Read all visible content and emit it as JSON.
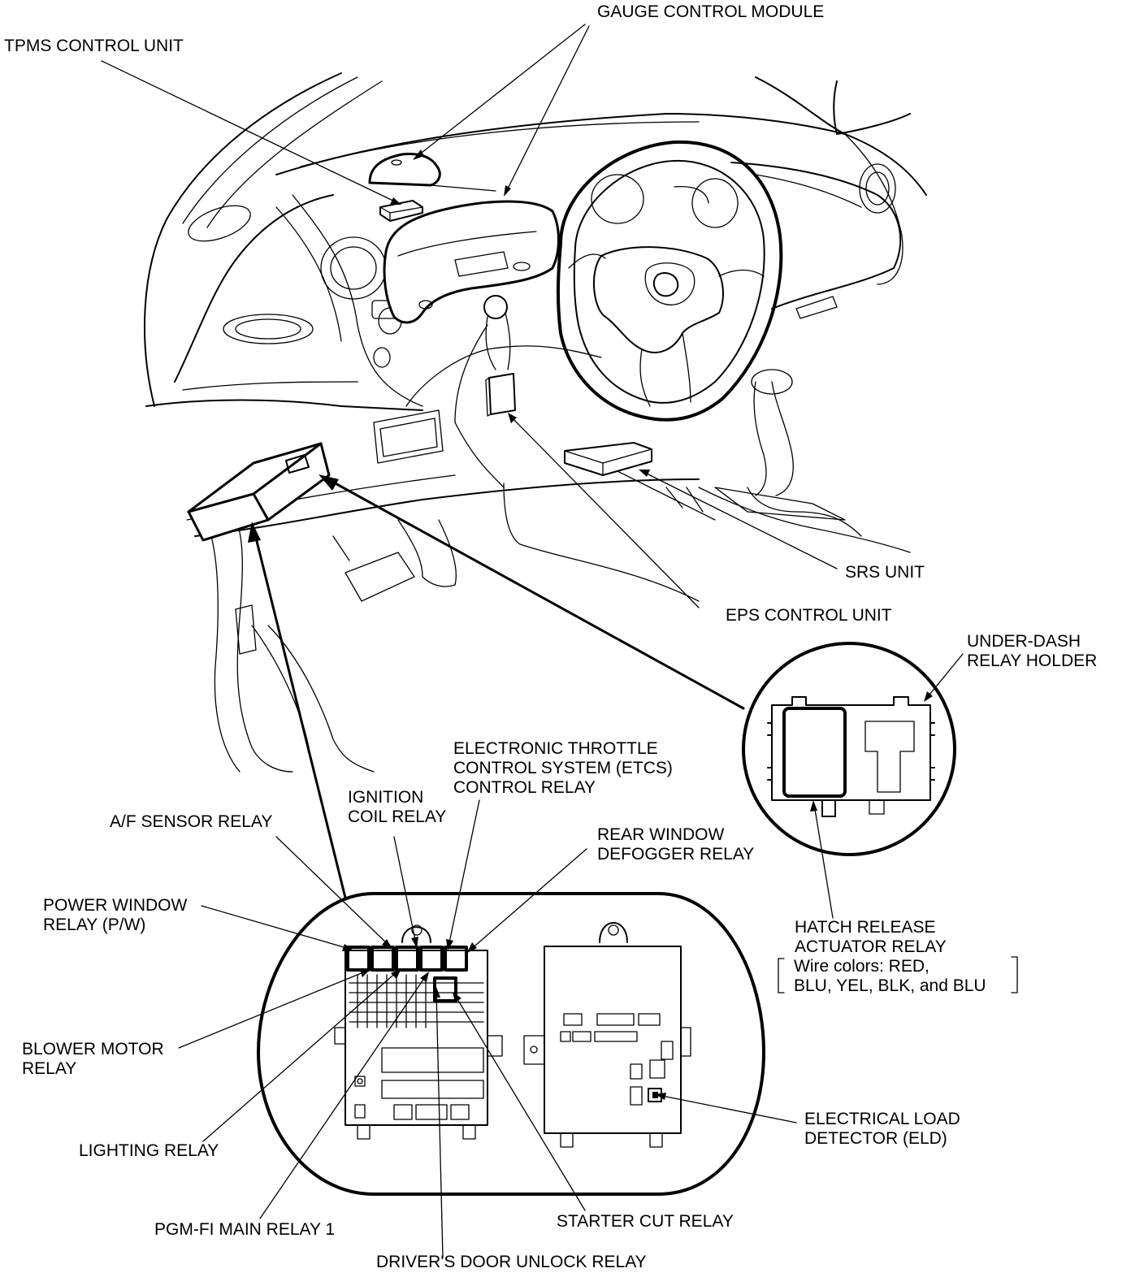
{
  "labels": {
    "gauge_control_module": "GAUGE CONTROL MODULE",
    "tpms_control_unit": "TPMS CONTROL UNIT",
    "srs_unit": "SRS UNIT",
    "eps_control_unit": "EPS CONTROL UNIT",
    "under_dash_relay_holder": [
      "UNDER-DASH",
      "RELAY HOLDER"
    ],
    "etcs_control_relay": [
      "ELECTRONIC THROTTLE",
      "CONTROL SYSTEM (ETCS)",
      "CONTROL RELAY"
    ],
    "ignition_coil_relay": [
      "IGNITION",
      "COIL RELAY"
    ],
    "af_sensor_relay": "A/F SENSOR RELAY",
    "rear_window_defogger_relay": [
      "REAR WINDOW",
      "DEFOGGER RELAY"
    ],
    "power_window_relay": [
      "POWER WINDOW",
      "RELAY (P/W)"
    ],
    "hatch_release_actuator_relay": [
      "HATCH RELEASE",
      "ACTUATOR RELAY"
    ],
    "wire_colors": [
      "Wire colors: RED,",
      "BLU, YEL, BLK, and BLU"
    ],
    "blower_motor_relay": [
      "BLOWER MOTOR",
      "RELAY"
    ],
    "electrical_load_detector": [
      "ELECTRICAL LOAD",
      "DETECTOR (ELD)"
    ],
    "lighting_relay": "LIGHTING RELAY",
    "pgm_fi_main_relay_1": "PGM-FI MAIN RELAY 1",
    "starter_cut_relay": "STARTER CUT RELAY",
    "drivers_door_unlock_relay": "DRIVER'S DOOR UNLOCK RELAY"
  },
  "colors": {
    "line": "#000000",
    "background": "#ffffff"
  }
}
